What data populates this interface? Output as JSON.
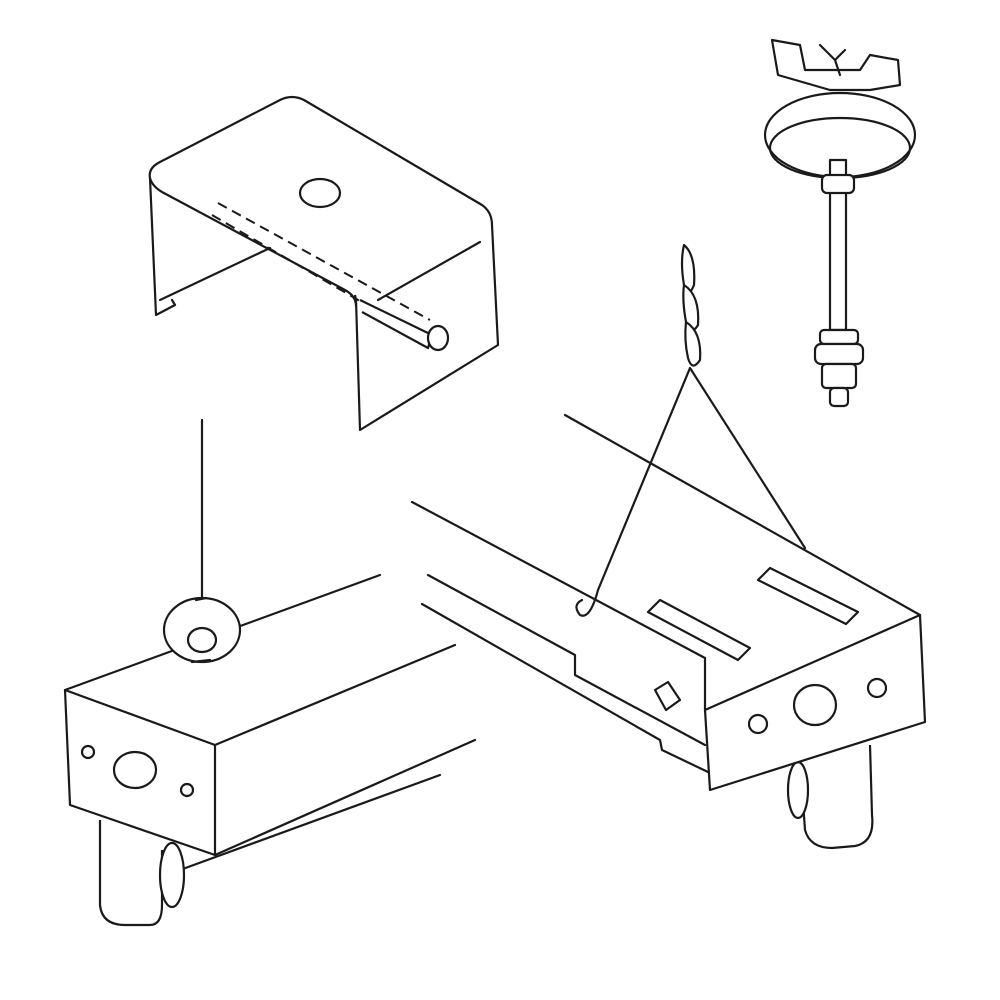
{
  "diagram": {
    "line_color": "#1a1a1a",
    "background": "#ffffff",
    "parts": [
      "channel-bracket",
      "left-fixture",
      "right-fixture",
      "stem-canopy-mount",
      "chain-hanger",
      "wire-hook"
    ]
  }
}
